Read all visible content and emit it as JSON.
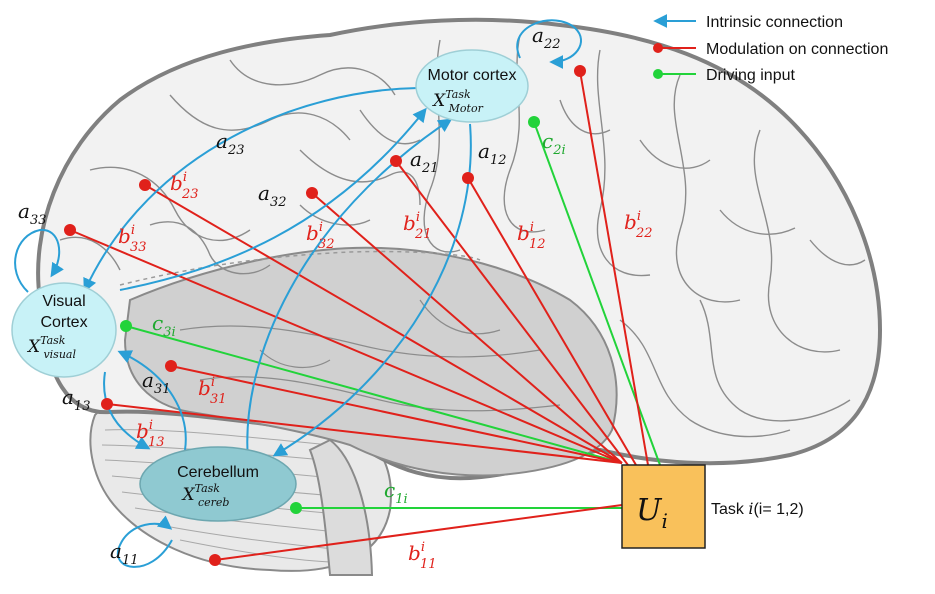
{
  "legend": {
    "intrinsic": "Intrinsic connection",
    "modulation": "Modulation on connection",
    "driving": "Driving input"
  },
  "colors": {
    "intrinsic": "#2a9fd6",
    "modulation": "#e0211b",
    "driving": "#22d33a",
    "brain_fill": "#f2f2f2",
    "brain_outline": "#808080",
    "node_fill": "#c8f2f7",
    "cerebellum_fill": "#8fc9d1",
    "input_fill": "#f9c15b"
  },
  "nodes": {
    "motor": {
      "title": "Motor cortex",
      "state": "X",
      "state_sup": "Task",
      "state_sub": "Motor"
    },
    "visual": {
      "title1": "Visual",
      "title2": "Cortex",
      "state": "X",
      "state_sup": "Task",
      "state_sub": "visual"
    },
    "cereb": {
      "title": "Cerebellum",
      "state": "X",
      "state_sup": "Task",
      "state_sub": "cereb"
    }
  },
  "input": {
    "symbol": "U",
    "sub": "i",
    "task_label": "Task ",
    "task_var": "i",
    "task_range": "(i= 1,2)"
  },
  "intrinsic_labels": {
    "a11": {
      "base": "a",
      "sub": "11"
    },
    "a22": {
      "base": "a",
      "sub": "22"
    },
    "a33": {
      "base": "a",
      "sub": "33"
    },
    "a12": {
      "base": "a",
      "sub": "12"
    },
    "a21": {
      "base": "a",
      "sub": "21"
    },
    "a13": {
      "base": "a",
      "sub": "13"
    },
    "a31": {
      "base": "a",
      "sub": "31"
    },
    "a23": {
      "base": "a",
      "sub": "23"
    },
    "a32": {
      "base": "a",
      "sub": "32"
    }
  },
  "modulation_labels": {
    "b11": {
      "base": "b",
      "sup": "i",
      "sub": "11"
    },
    "b22": {
      "base": "b",
      "sup": "i",
      "sub": "22"
    },
    "b33": {
      "base": "b",
      "sup": "i",
      "sub": "33"
    },
    "b12": {
      "base": "b",
      "sup": "i",
      "sub": "12"
    },
    "b21": {
      "base": "b",
      "sup": "i",
      "sub": "21"
    },
    "b13": {
      "base": "b",
      "sup": "i",
      "sub": "13"
    },
    "b31": {
      "base": "b",
      "sup": "i",
      "sub": "31"
    },
    "b23": {
      "base": "b",
      "sup": "i",
      "sub": "23"
    },
    "b32": {
      "base": "b",
      "sup": "i",
      "sub": "32"
    }
  },
  "driving_labels": {
    "c1i": {
      "base": "c",
      "sub": "1i"
    },
    "c2i": {
      "base": "c",
      "sub": "2i"
    },
    "c3i": {
      "base": "c",
      "sub": "3i"
    }
  }
}
